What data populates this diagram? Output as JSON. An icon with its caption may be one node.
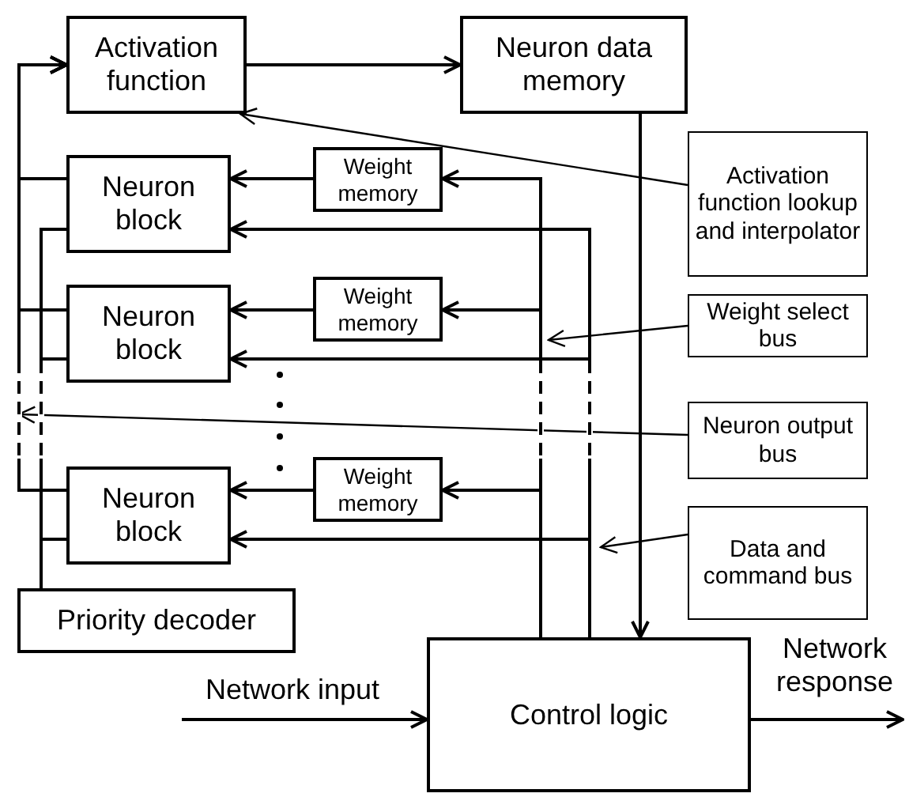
{
  "diagram": {
    "nodes": [
      {
        "text": [
          "Activation function"
        ]
      },
      {
        "text": [
          "Neuron data memory"
        ]
      },
      {
        "text": [
          "Neuron block"
        ]
      },
      {
        "text": [
          "Weight memory"
        ]
      },
      {
        "text": [
          "Neuron block"
        ]
      },
      {
        "text": [
          "Weight memory"
        ]
      },
      {
        "text": [
          "Neuron block"
        ]
      },
      {
        "text": [
          "Weight memory"
        ]
      },
      {
        "text": [
          "Priority decoder"
        ]
      },
      {
        "text": [
          "Control logic"
        ]
      },
      {
        "text": [
          "Activation function lookup and interpolator"
        ]
      },
      {
        "text": [
          "Weight select bus"
        ]
      },
      {
        "text": [
          "Neuron output bus"
        ]
      },
      {
        "text": [
          "Data and command bus"
        ]
      }
    ],
    "edges": [
      {
        "from": 0,
        "to": 1,
        "arrow": "to"
      },
      {
        "from": 1,
        "to": 9,
        "arrow": "to"
      },
      {
        "from": 9,
        "to": 3,
        "arrow": "to"
      },
      {
        "from": 9,
        "to": 5,
        "arrow": "to"
      },
      {
        "from": 9,
        "to": 7,
        "arrow": "to"
      },
      {
        "from": 3,
        "to": 2,
        "arrow": "to"
      },
      {
        "from": 5,
        "to": 4,
        "arrow": "to"
      },
      {
        "from": 7,
        "to": 6,
        "arrow": "to"
      },
      {
        "from": 9,
        "to": 2,
        "arrow": "to"
      },
      {
        "from": 9,
        "to": 4,
        "arrow": "to"
      },
      {
        "from": 9,
        "to": 6,
        "arrow": "to"
      },
      {
        "from": 2,
        "to": 0,
        "arrow": "to"
      },
      {
        "from": 4,
        "to": 0,
        "arrow": "to"
      },
      {
        "from": 6,
        "to": 0,
        "arrow": "to"
      },
      {
        "from": 8,
        "to": 2,
        "arrow": "none"
      },
      {
        "from": 8,
        "to": 4,
        "arrow": "none"
      },
      {
        "from": 8,
        "to": 6,
        "arrow": "none"
      },
      {
        "from": 10,
        "to": 0,
        "arrow": "to"
      },
      {
        "from": 11,
        "to": null,
        "arrow": "to"
      },
      {
        "from": 12,
        "to": null,
        "arrow": "to"
      },
      {
        "from": 13,
        "to": null,
        "arrow": "to"
      },
      {
        "from": null,
        "to": 9,
        "arrow": "to",
        "label": "Network input"
      },
      {
        "from": 9,
        "to": null,
        "arrow": "to",
        "label": "Network response"
      }
    ]
  }
}
